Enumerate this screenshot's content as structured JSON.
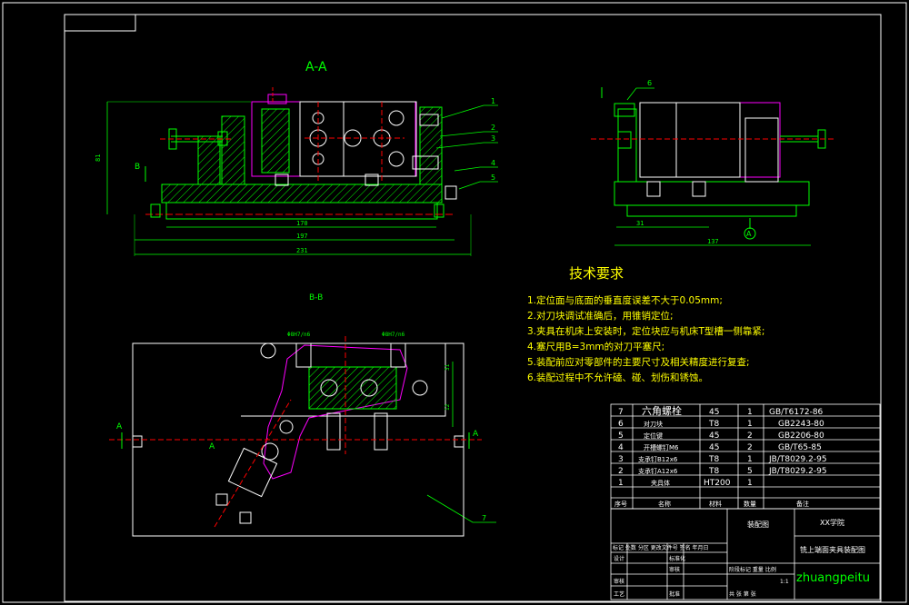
{
  "views": {
    "section_aa": "A-A",
    "section_bb": "B-B",
    "view_arrow_b": "B",
    "view_arrow_a": "A",
    "balloon_a": "A"
  },
  "callouts": [
    "1",
    "2",
    "3",
    "4",
    "5",
    "6",
    "7"
  ],
  "dimensions": {
    "height_left": "81",
    "len_170": "170",
    "len_197": "197",
    "len_231": "231",
    "side_31": "31",
    "side_137": "137",
    "bb_31": "31",
    "bb_12": "12",
    "bb_fit1": "Φ8H7/n6",
    "bb_fit2": "Φ8H7/n6"
  },
  "tech": {
    "title": "技术要求",
    "items": [
      "1.定位面与底面的垂直度误差不大于0.05mm;",
      "2.对刀块调试准确后，用锥销定位;",
      "3.夹具在机床上安装时，定位块应与机床T型槽一侧靠紧;",
      "4.塞尺用B=3mm的对刀平塞尺;",
      "5.装配前应对零部件的主要尺寸及相关精度进行复查;",
      "6.装配过程中不允许磕、碰、划伤和锈蚀。"
    ]
  },
  "bom": {
    "rows": [
      {
        "no": "7",
        "name": "六角螺栓",
        "spec": "45",
        "qty": "1",
        "std": "GB/T6172-86"
      },
      {
        "no": "6",
        "name": "对刀块",
        "spec": "T8",
        "qty": "1",
        "std": "GB2243-80"
      },
      {
        "no": "5",
        "name": "定位键",
        "spec": "45",
        "qty": "2",
        "std": "GB2206-80"
      },
      {
        "no": "4",
        "name": "开槽螺钉M6",
        "spec": "45",
        "qty": "2",
        "std": "GB/T65-85"
      },
      {
        "no": "3",
        "name": "支承钉B12x6",
        "spec": "T8",
        "qty": "1",
        "std": "JB/T8029.2-95"
      },
      {
        "no": "2",
        "name": "支承钉A12x6",
        "spec": "T8",
        "qty": "5",
        "std": "JB/T8029.2-95"
      },
      {
        "no": "1",
        "name": "夹具体",
        "spec": "HT200",
        "qty": "1",
        "std": ""
      }
    ],
    "header": {
      "no": "序号",
      "name": "名称",
      "spec": "材料",
      "qty": "数量",
      "std": "备注"
    }
  },
  "titleblock": {
    "drawing_type": "装配图",
    "company": "XX学院",
    "title": "铣上端面夹具装配图",
    "scale": "1:1",
    "sign_row": "标记 处数 分区 更改文件号 签名 年月日",
    "design": "设计",
    "standard": "标准化",
    "audit": "审核",
    "craft": "工艺",
    "approve": "批准",
    "stage": "阶段标记 重量 比例",
    "sheet": "共 张 第 张",
    "watermark": "zhuangpeitu"
  },
  "colors": {
    "bg": "#000000",
    "frame": "#ffffff",
    "part": "#00ff00",
    "magenta": "#ff00ff",
    "red": "#ff0000",
    "yellow": "#ffff00",
    "cyan": "#00ffff"
  }
}
